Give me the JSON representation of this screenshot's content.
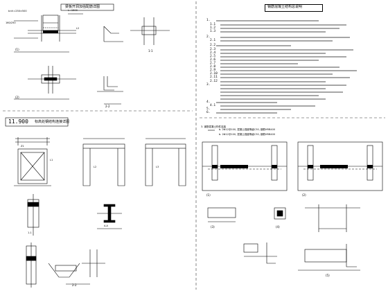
{
  "sheet": {
    "panels": {
      "top_left": {
        "title": "梁板开洞加强配筋详图",
        "caption_1": "(1)",
        "caption_2": "(2)",
        "section_1": "1-1",
        "section_2": "2-2",
        "labels": [
          "b×h=250×500",
          "L=1500",
          "L2",
          "160/250"
        ]
      },
      "top_right": {
        "title": "钢筋混凝土结构总说明",
        "note_numbers": [
          "1.",
          "1.1",
          "1.2",
          "1.3",
          "2.",
          "2.1",
          "2.2",
          "2.3",
          "2.4",
          "2.5",
          "2.6",
          "2.7",
          "2.8",
          "2.9",
          "2.10",
          "2.11",
          "2.12",
          "3.",
          "4.",
          "4.1",
          "5.",
          "6."
        ]
      },
      "middle_left": {
        "title_prefix": "11.900",
        "title": "标高处钢结构连接详图",
        "labels": [
          "L1",
          "L2",
          "L3",
          "Z1"
        ]
      },
      "middle_right": {
        "header_note": "3. 钢筋混凝土构件连接",
        "items": [
          "b. 2Φ12@100, 混凝土强度等级C30, 钢筋HRB400",
          "b. 2Φ12@100, 混凝土强度等级C30, 钢筋HRB400"
        ],
        "captions": [
          "(1)",
          "(2)"
        ]
      },
      "bottom_left": {
        "caption": "2-2",
        "labels": [
          "A-A",
          "1-1"
        ]
      },
      "bottom_right": {
        "captions": [
          "(3)",
          "(4)",
          "(5)"
        ]
      }
    }
  }
}
